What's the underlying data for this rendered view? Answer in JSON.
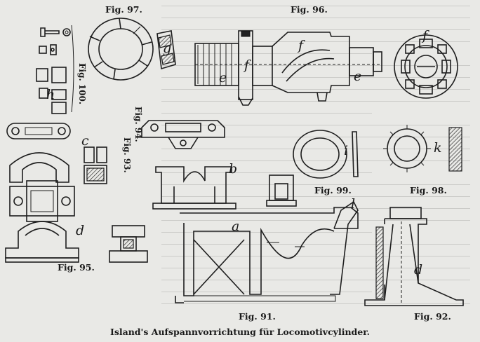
{
  "caption": "Island's Aufspannvorrichtung für Locomotivcylinder.",
  "figures": {
    "fig97": "Fig. 97.",
    "fig96": "Fig. 96.",
    "fig100": "Fig. 100.",
    "fig94": "Fig. 94.",
    "fig93": "Fig. 93.",
    "fig99": "Fig. 99.",
    "fig98": "Fig. 98.",
    "fig95": "Fig. 95.",
    "fig91": "Fig. 91.",
    "fig92": "Fig. 92."
  },
  "letters": {
    "f1": "f",
    "e1": "e",
    "f2": "f",
    "e2": "e",
    "f3": "f",
    "g": "g",
    "h": "h",
    "c": "c",
    "b": "b",
    "i": "i",
    "k": "k",
    "d1": "d",
    "a": "a",
    "l": "l",
    "d2": "d"
  }
}
